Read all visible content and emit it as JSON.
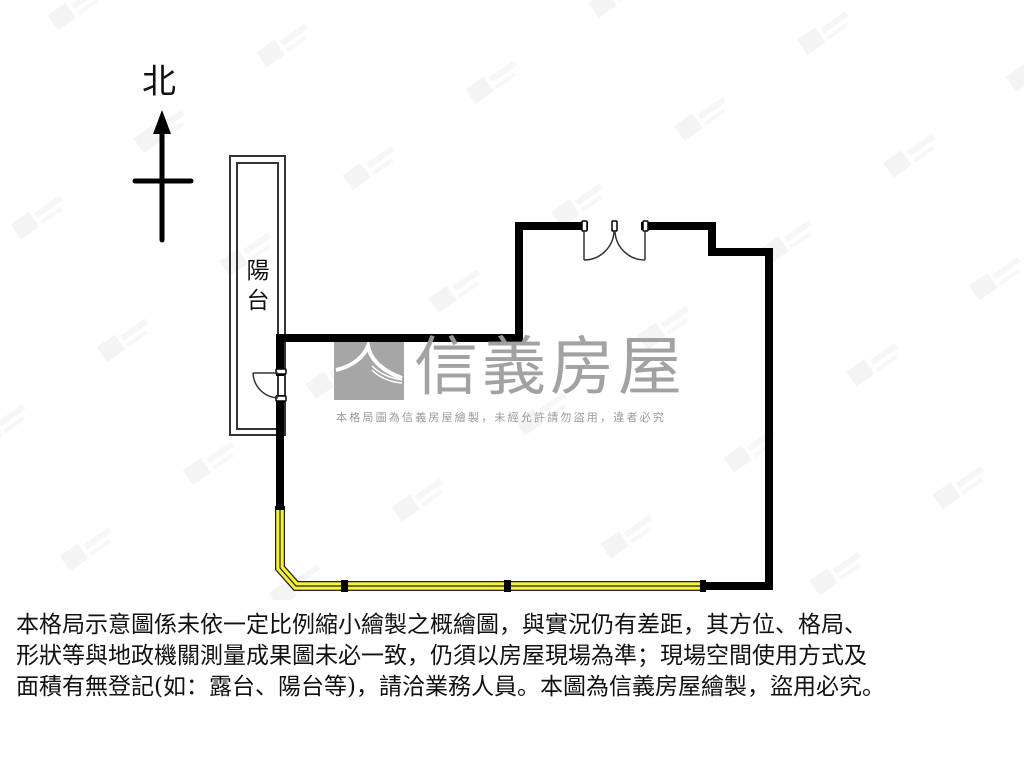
{
  "compass": {
    "north_label": "北",
    "icon": "north-arrow-icon"
  },
  "floorplan": {
    "balcony_label_line1": "陽",
    "balcony_label_line2": "台",
    "wall_color": "#000000",
    "window_color": "#f5f03a",
    "balcony_outline_color": "#333333"
  },
  "watermark": {
    "brand_name": "信義房屋",
    "brand_color": "#9e9e9e",
    "notice": "本格局圖為信義房屋繪製，未經允許請勿盜用，違者必究",
    "logo_icon": "sinyi-logo-icon"
  },
  "disclaimer": {
    "line1": "本格局示意圖係未依一定比例縮小繪製之概繪圖，與實況仍有差距，其方位、格局、",
    "line2": "形狀等與地政機關測量成果圖未必一致，仍須以房屋現場為準；現場空間使用方式及",
    "line3": "面積有無登記(如：露台、陽台等)，請洽業務人員。本圖為信義房屋繪製，盜用必究。"
  }
}
